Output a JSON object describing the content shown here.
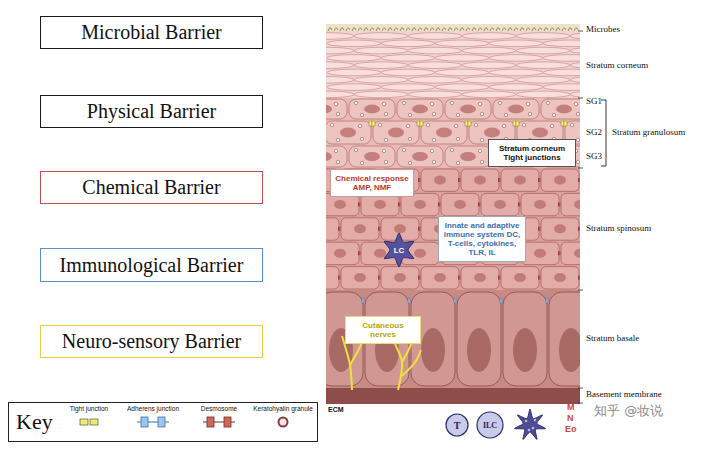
{
  "diagram": {
    "nodes": [
      {
        "text": [
          "Microbial Barrier"
        ]
      },
      {
        "text": [
          "Physical Barrier"
        ]
      },
      {
        "text": [
          "Chemical Barrier"
        ]
      },
      {
        "text": [
          "Immunological Barrier"
        ]
      },
      {
        "text": [
          "Neuro-sensory Barrier"
        ]
      },
      {
        "text": [
          "Key"
        ]
      },
      {
        "text": [
          "Stratum corneum Tight junctions"
        ]
      },
      {
        "text": [
          "Chemical response AMP, NMF"
        ]
      },
      {
        "text": [
          "Innate and adaptive immune system DC, T-cells, cytokines, TLR, IL"
        ]
      },
      {
        "text": [
          "LC"
        ]
      },
      {
        "text": [
          "Cutaneous nerves"
        ]
      },
      {
        "text": [
          "T"
        ]
      },
      {
        "text": [
          "ILC"
        ]
      }
    ],
    "labels": [
      "Microbes",
      "Stratum corneum",
      "SG1",
      "SG2",
      "SG3",
      "Stratum granulosum",
      "Stratum spinosum",
      "Stratum basale",
      "Basement membrane",
      "ECM",
      "M",
      "N",
      "Eo",
      "知乎 @妆说"
    ],
    "legend": [
      {
        "text": "Tight junction"
      },
      {
        "text": "Adherens junction"
      },
      {
        "text": "Desmosome"
      },
      {
        "text": "Keratohyalin granule"
      }
    ]
  }
}
